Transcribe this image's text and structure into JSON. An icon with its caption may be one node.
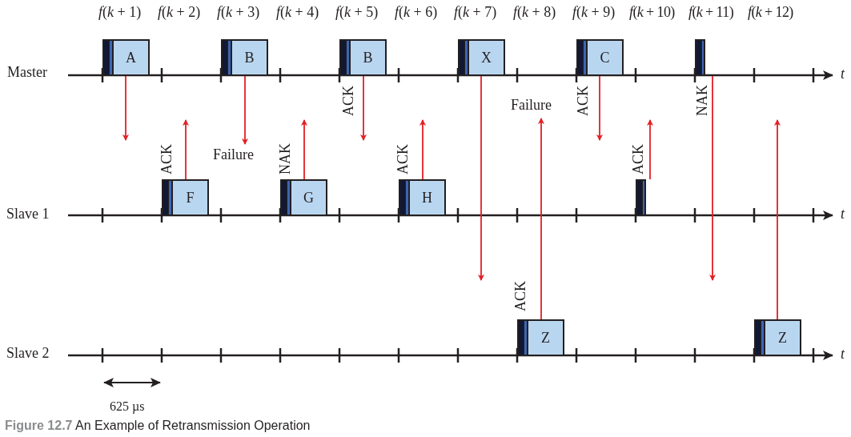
{
  "diagram": {
    "caption": "**Figure 12.7** An Example of Retransmission Operation",
    "nodes": [
      {
        "text": [
          "A"
        ]
      },
      {
        "text": [
          "B"
        ]
      },
      {
        "text": [
          "B"
        ]
      },
      {
        "text": [
          "X"
        ]
      },
      {
        "text": [
          "C"
        ]
      },
      {
        "text": [],
        "shape": "bar"
      },
      {
        "text": [
          "F"
        ]
      },
      {
        "text": [
          "G"
        ]
      },
      {
        "text": [
          "H"
        ]
      },
      {
        "text": [],
        "shape": "bar"
      },
      {
        "text": [
          "Z"
        ]
      },
      {
        "text": [
          "Z"
        ]
      },
      {
        "text": [
          "Failure"
        ]
      },
      {
        "text": [
          "Failure"
        ]
      }
    ],
    "edges": [
      {
        "from": 0,
        "to": null,
        "arrow": "to"
      },
      {
        "from": 6,
        "to": null,
        "arrow": "to"
      },
      {
        "from": 1,
        "to": 12,
        "arrow": "to"
      },
      {
        "from": 7,
        "to": null,
        "arrow": "to"
      },
      {
        "from": 2,
        "to": null,
        "arrow": "to"
      },
      {
        "from": 8,
        "to": null,
        "arrow": "to"
      },
      {
        "from": 3,
        "to": null,
        "arrow": "to"
      },
      {
        "from": 10,
        "to": 13,
        "arrow": "to"
      },
      {
        "from": 4,
        "to": null,
        "arrow": "to"
      },
      {
        "from": 9,
        "to": null,
        "arrow": "to"
      },
      {
        "from": 5,
        "to": null,
        "arrow": "to"
      },
      {
        "from": 11,
        "to": null,
        "arrow": "to"
      }
    ],
    "labels": [
      "*f*(*k* + 1)",
      "*f*(*k* + 2)",
      "*f*(*k* + 3)",
      "*f*(*k* + 4)",
      "*f*(*k* + 5)",
      "*f*(*k* + 6)",
      "*f*(*k* + 7)",
      "*f*(*k* + 8)",
      "*f*(*k* + 9)",
      "*f*(*k* + 10)",
      "*f*(*k* + 11)",
      "*f*(*k* + 12)",
      "Master",
      "t",
      "ACK",
      "ACK",
      "NAK",
      "ACK",
      "NAK",
      "ACK",
      "ACK",
      "Slave 1",
      "t",
      "ACK",
      "Slave 2",
      "t",
      "625 µs"
    ]
  }
}
